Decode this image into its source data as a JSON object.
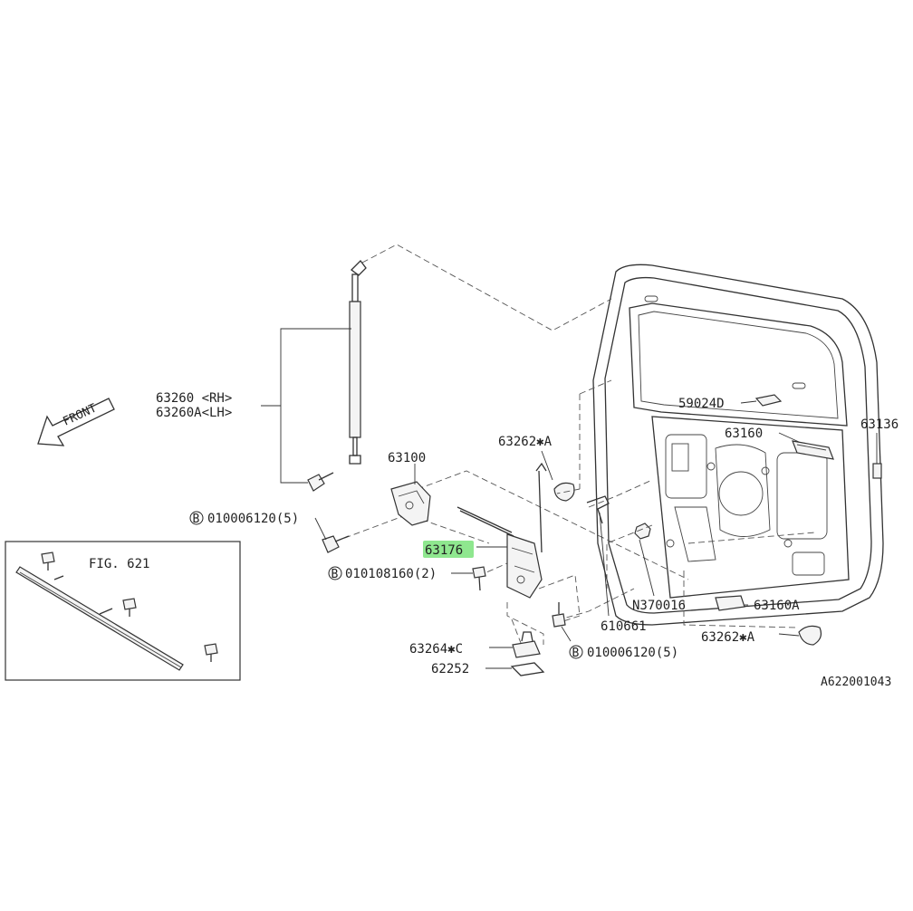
{
  "labels": {
    "strut": "63260 <RH>",
    "strut_lh": "63260A<LH>",
    "front": "FRONT",
    "hinge": "63100",
    "bolt_a": "010006120(5)",
    "latch": "63176",
    "bolt_b": "010108160(2)",
    "bumper_top": "63262✱A",
    "bracket": "59024D",
    "handle_top": "63160",
    "plate": "63136",
    "nut": "N370016",
    "handle_bottom": "63160A",
    "clip": "610661",
    "bumper_bottom": "63262✱A",
    "bolt_c": "010006120(5)",
    "striker": "63264✱C",
    "shim": "62252",
    "fig_ref": "FIG. 621",
    "diagram_id": "A622001043"
  },
  "circle_letter": "B",
  "highlight_color": "#7be37b"
}
